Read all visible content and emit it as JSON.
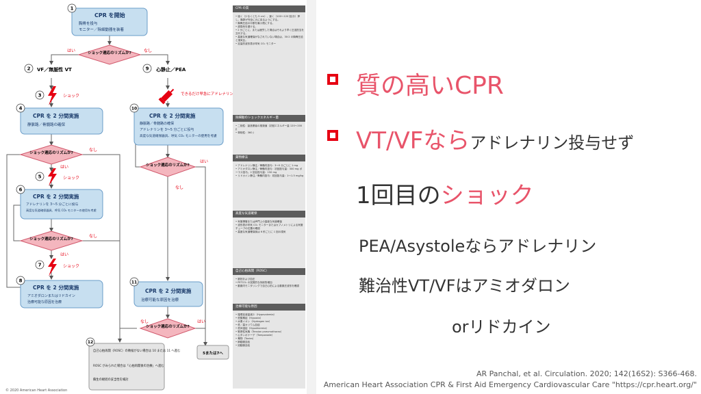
{
  "algorithm": {
    "nodes": {
      "n1_num": "1",
      "n1_title": "CPR を開始",
      "n1_items": [
        "胸骨を投与",
        "モニター／除細動器を装着"
      ],
      "d1": "ショック適応のリズムか?",
      "yes": "はい",
      "no": "なし",
      "n2_num": "2",
      "n2": "VF／無脈性 VT",
      "n9_num": "9",
      "n9": "心静止／PEA",
      "n3_num": "3",
      "shock": "ショック",
      "epi_note": "できるだけ早急にアドレナリン投与",
      "n4_num": "4",
      "n4_title": "CPR を 2 分間実施",
      "n4_items": [
        "静脈路／骨髄路の確保"
      ],
      "n10_num": "10",
      "n10_title": "CPR を 2 分間実施",
      "n10_items": [
        "静脈路／骨髄路の確保",
        "アドレナリンを 3～5 分ごとに投与",
        "高度な気道確保器具、呼気 CO₂ モニターの使用を考慮"
      ],
      "n5_num": "5",
      "n6_num": "6",
      "n6_title": "CPR を 2 分間実施",
      "n6_items": [
        "アドレナリンを 3～5 分ごとに投与",
        "高度な気道確保器具、呼気 CO₂ モニターの使用を考慮"
      ],
      "n7_num": "7",
      "n8_num": "8",
      "n8_title": "CPR を 2 分間実施",
      "n8_items": [
        "アミオダロンまたはリドカイン",
        "治療可能な原因を治療"
      ],
      "n11_num": "11",
      "n11_title": "CPR を 2 分間実施",
      "n11_items": [
        "治療可能な原因を治療"
      ],
      "n12_num": "12",
      "n12_items": [
        "自己心拍再開（ROSC）の徴候がない場合は 10 または 11 へ進む",
        "ROSC がみられた場合は「心拍再開後の治療」へ進む",
        "蘇生の継続の妥当性を検討"
      ],
      "to58": "5または7へ",
      "copyright": "© 2020 American Heart Association"
    }
  },
  "sidebar": {
    "sections": [
      {
        "title": "CPR の質",
        "items": [
          "強く（少なくとも 5 cm）、速く（100～120 回/分）押し、胸郭が完全に元に戻るようにする。",
          "胸骨圧迫の中断を最小限にする。",
          "過換気を避ける。",
          "2 分ごとに、または疲労した場合はそれより早く圧迫担当を交代する。",
          "高度な気道確保がなされていない場合は、30:2 の胸骨圧迫と換気比。",
          "定量的波形表示呼気 CO₂ モニター"
        ]
      },
      {
        "title": "除細動のショックエネルギー量",
        "items": [
          "二相性：製造業者の推奨値（初回エネルギー量 120～200 J）",
          "単相性：360 J"
        ]
      },
      {
        "title": "薬物療法",
        "items": [
          "アドレナリン静注／骨髄内投与：3～5 分ごとに 1 mg",
          "アミオダロン静注／骨髄内投与：初回投与量：300 mg ボーラス投与。2 回目投与量：150 mg",
          "リドカイン静注／骨髄内投与：初回投与量：1～1.5 mg/kg"
        ]
      },
      {
        "title": "高度な気道確保",
        "items": [
          "気管挿管または声門上の高度な気道確保",
          "波形表示呼気 CO₂ モニターまたはカプノメトリによる気管チューブの位置の確認",
          "高度な気道確保後は 6 秒ごとに 1 回の換気"
        ]
      },
      {
        "title": "自己心拍再開（ROSC）",
        "items": [
          "脈拍および血圧",
          "PETCO₂ の突発的な持続的増加",
          "動脈内モニタリングで自己心拍による動脈圧波形を確認"
        ]
      },
      {
        "title": "治療可能な原因",
        "items": [
          "循環血液量減少（Hypovolemia）",
          "低酸素症（Hypoxia）",
          "水素イオン（Hydrogen ion）",
          "低／高カリウム血症",
          "低体温症（Hypothermia）",
          "緊張性気胸（Tension pneumothorax）",
          "心タンポナーデ（Tamponade）",
          "毒物（Toxins）",
          "肺動脈血栓",
          "冠動脈血栓"
        ]
      }
    ]
  },
  "slide": {
    "line1": "質の高いCPR",
    "line2_main": "VT/VFなら",
    "line2_small": "アドレナリン投与せず",
    "line3_a": "1回目の",
    "line3_b": "ショック",
    "line4": "PEA/Asystoleならアドレナリン",
    "line5": "難治性VT/VFはアミオダロン",
    "line6": "orリドカイン",
    "cite1": "AR Panchal, et al. Circulation. 2020; 142(16S2): S366-468.",
    "cite2": "American Heart Association CPR & First Aid Emergency Cardiovascular Care \"https://cpr.heart.org/\""
  },
  "colors": {
    "box_fill": "#c7dff0",
    "box_stroke": "#6a9cc8",
    "diamond_fill": "#f4b6be",
    "diamond_stroke": "#d0566a",
    "accent_red": "#e60012",
    "text_pink": "#e8546a"
  }
}
